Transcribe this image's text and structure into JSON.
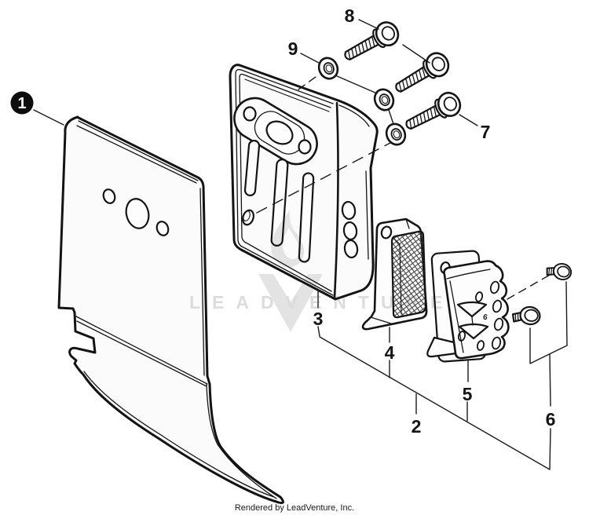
{
  "document": {
    "watermark": "LEADVENTURE",
    "footer_credit": "Rendered by LeadVenture, Inc."
  },
  "diagram": {
    "callouts": {
      "c1": "1",
      "c2": "2",
      "c3": "3",
      "c4": "4",
      "c5": "5",
      "c6": "6",
      "c7": "7",
      "c8": "8",
      "c9": "9"
    },
    "part_markings": {
      "deflector_stamp": "6"
    }
  },
  "colors": {
    "background": "#ffffff",
    "line_art": "#141414",
    "part_fill": "#fdfdfd",
    "watermark_gray": "#dcdcdc",
    "callout_badge_bg": "#0d0d0d",
    "callout_badge_fg": "#ffffff"
  }
}
